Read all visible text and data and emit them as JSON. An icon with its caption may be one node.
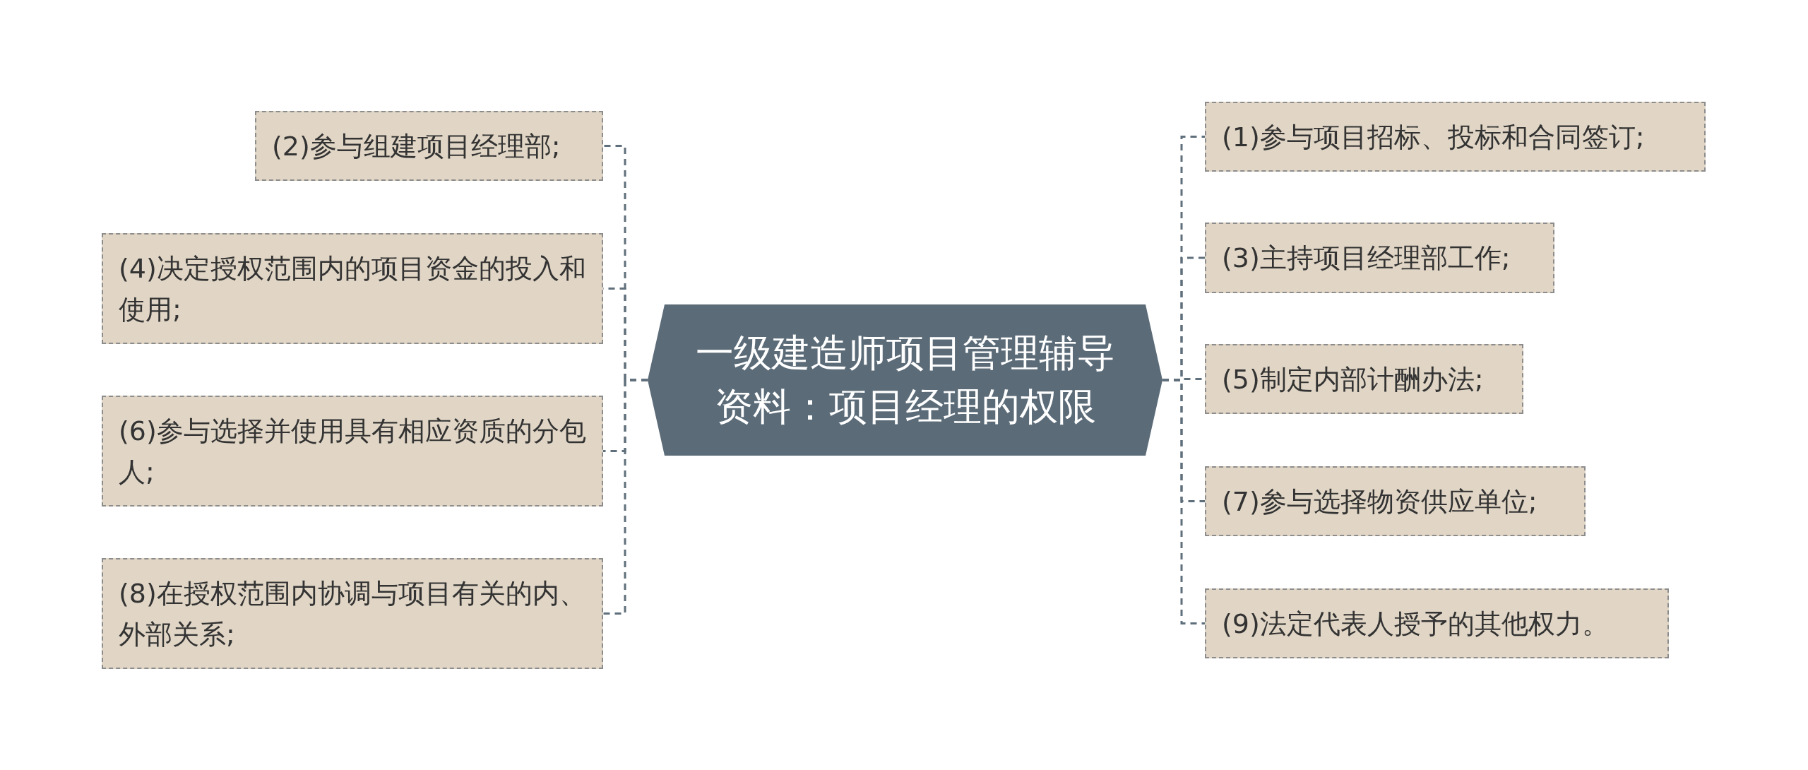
{
  "diagram": {
    "nodes": [
      {
        "text": [
          "一级建造师项目管理辅导资料：项目经理的权限"
        ]
      },
      {
        "text": [
          "(2)参与组建项目经理部;"
        ]
      },
      {
        "text": [
          "(4)决定授权范围内的项目资金的投入和使用;"
        ]
      },
      {
        "text": [
          "(6)参与选择并使用具有相应资质的分包人;"
        ]
      },
      {
        "text": [
          "(8)在授权范围内协调与项目有关的内、外部关系;"
        ]
      },
      {
        "text": [
          "(1)参与项目招标、投标和合同签订;"
        ]
      },
      {
        "text": [
          "(3)主持项目经理部工作;"
        ]
      },
      {
        "text": [
          "(5)制定内部计酬办法;"
        ]
      },
      {
        "text": [
          "(7)参与选择物资供应单位;"
        ]
      },
      {
        "text": [
          "(9)法定代表人授予的其他权力。"
        ]
      }
    ],
    "edges": [
      {
        "from": 0,
        "to": 1,
        "arrow": "none",
        "style": "dashed"
      },
      {
        "from": 0,
        "to": 2,
        "arrow": "none",
        "style": "dashed"
      },
      {
        "from": 0,
        "to": 3,
        "arrow": "none",
        "style": "dashed"
      },
      {
        "from": 0,
        "to": 4,
        "arrow": "none",
        "style": "dashed"
      },
      {
        "from": 0,
        "to": 5,
        "arrow": "none",
        "style": "dashed"
      },
      {
        "from": 0,
        "to": 6,
        "arrow": "none",
        "style": "dashed"
      },
      {
        "from": 0,
        "to": 7,
        "arrow": "none",
        "style": "dashed"
      },
      {
        "from": 0,
        "to": 8,
        "arrow": "none",
        "style": "dashed"
      },
      {
        "from": 0,
        "to": 9,
        "arrow": "none",
        "style": "dashed"
      }
    ]
  }
}
